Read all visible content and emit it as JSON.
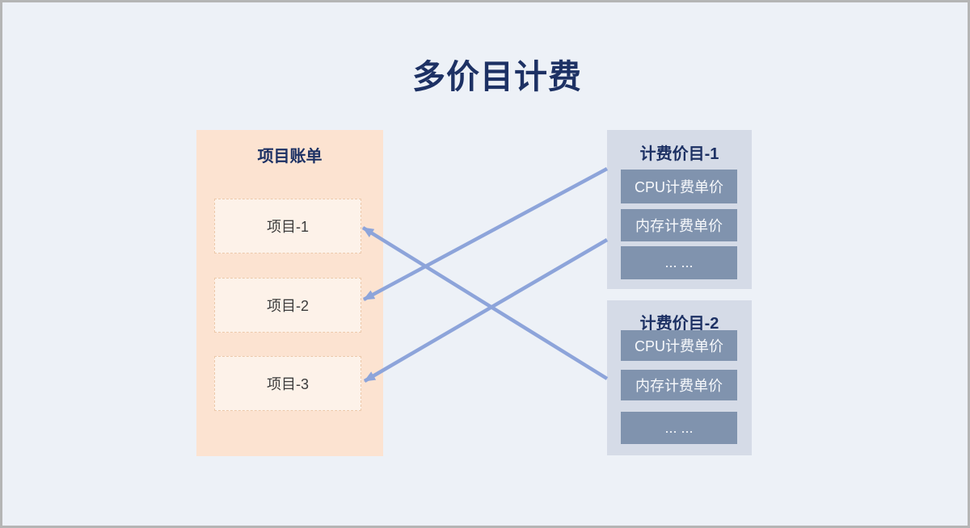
{
  "title": "多价目计费",
  "colors": {
    "background": "#edf1f7",
    "page_border": "#b5b5b5",
    "title_text": "#1d3164",
    "bill_panel_bg": "#fce3d1",
    "bill_item_bg": "#fdf2e9",
    "bill_item_border": "#ecc9ab",
    "bill_item_text": "#3c3c3c",
    "price_panel_bg": "#d5dbe7",
    "price_row_bg": "#8093ae",
    "price_row_text": "#f7f9fc",
    "arrow": "#8da4da"
  },
  "bill_panel": {
    "title": "项目账单",
    "items": [
      {
        "label": "项目-1"
      },
      {
        "label": "项目-2"
      },
      {
        "label": "项目-3"
      }
    ]
  },
  "price_lists": [
    {
      "title": "计费价目-1",
      "rows": [
        "CPU计费单价",
        "内存计费单价",
        "... ..."
      ]
    },
    {
      "title": "计费价目-2",
      "rows": [
        "CPU计费单价",
        "内存计费单价",
        "... ..."
      ]
    }
  ],
  "connections": [
    {
      "from": "计费价目-1",
      "to": "项目-2"
    },
    {
      "from": "计费价目-1",
      "to": "项目-3"
    },
    {
      "from": "计费价目-2",
      "to": "项目-1"
    }
  ]
}
